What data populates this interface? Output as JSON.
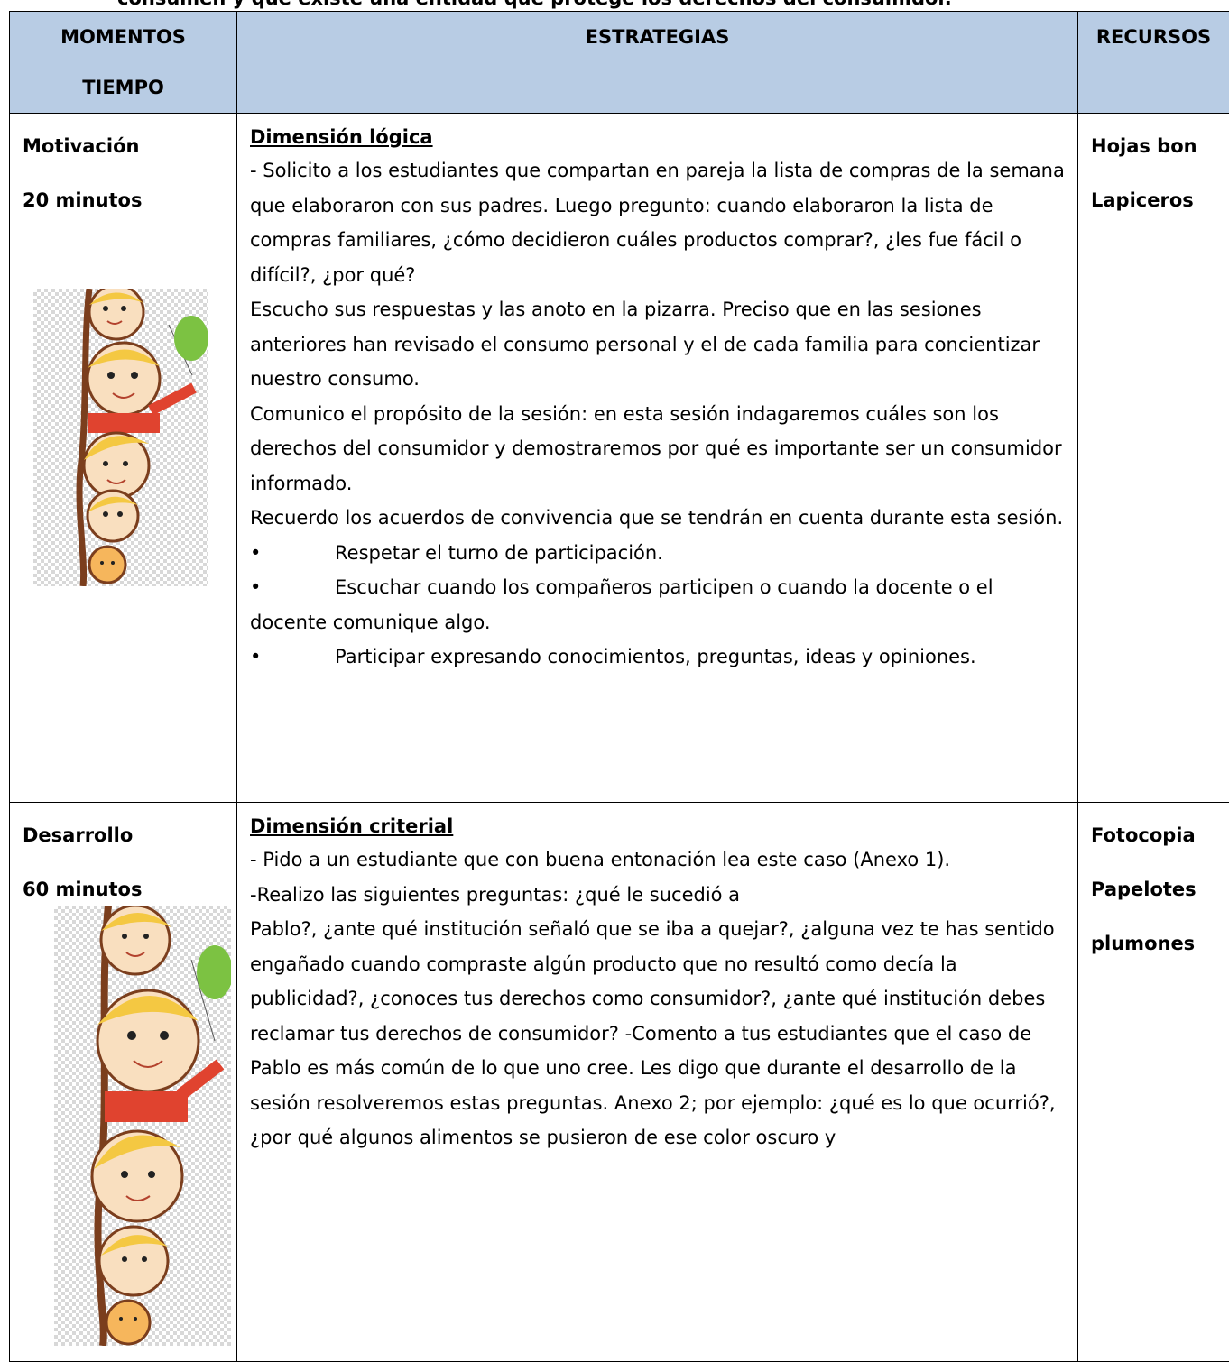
{
  "header_fragment": "consumen y que existe una entidad que protege los derechos del consumidor.",
  "table": {
    "headers": {
      "momentos": "MOMENTOS",
      "tiempo": "TIEMPO",
      "estrategias": "ESTRATEGIAS",
      "recursos": "RECURSOS"
    },
    "rows": [
      {
        "momento": "Motivación",
        "tiempo": "20 minutos",
        "dimension": "Dimensión lógica",
        "lines": [
          "- Solicito a los estudiantes que compartan en pareja la lista de compras de la semana que elaboraron con sus padres. Luego pregunto: cuando elaboraron la lista de compras familiares, ¿cómo decidieron cuáles productos comprar?, ¿les fue fácil o difícil?, ¿por qué?",
          "Escucho sus respuestas y las anoto en la pizarra. Preciso que en las sesiones anteriores han revisado el consumo personal y el de cada familia para concientizar nuestro consumo.",
          "Comunico el propósito de la sesión: en esta sesión indagaremos cuáles son los derechos del consumidor y demostraremos por qué es importante ser un consumidor informado.",
          "Recuerdo los acuerdos de convivencia que se tendrán en cuenta durante esta sesión."
        ],
        "bullets": [
          "Respetar el turno de participación.",
          "Escuchar cuando los compañeros participen o cuando la docente o el docente comunique algo.",
          "Participar expresando conocimientos, preguntas, ideas y opiniones."
        ],
        "bullet_symbol": "•",
        "recursos": [
          "Hojas bon",
          "Lapiceros"
        ]
      },
      {
        "momento": "Desarrollo",
        "tiempo": "60 minutos",
        "dimension": "Dimensión criterial",
        "lines": [
          "- Pido a un estudiante que con buena entonación lea este caso (Anexo 1).",
          "-Realizo las siguientes preguntas: ¿qué le sucedió a",
          "Pablo?, ¿ante qué institución señaló que se iba a quejar?, ¿alguna vez te has sentido engañado cuando compraste algún producto que no resultó como decía la publicidad?, ¿conoces tus derechos como consumidor?, ¿ante qué institución debes reclamar tus derechos de consumidor? -Comento a tus estudiantes que el caso de Pablo es más común de lo que uno cree. Les digo que durante el desarrollo de la sesión resolveremos estas preguntas. Anexo 2; por ejemplo: ¿qué es lo que ocurrió?, ¿por qué algunos alimentos se pusieron de ese color oscuro y"
        ],
        "recursos": [
          "Fotocopia",
          "Papelotes",
          "plumones"
        ]
      }
    ]
  },
  "colors": {
    "header_bg": "#b8cce4",
    "border": "#000000",
    "balloon": "#7cc242"
  },
  "icons": [
    "kids-peeking-illustration",
    "balloon-icon"
  ]
}
